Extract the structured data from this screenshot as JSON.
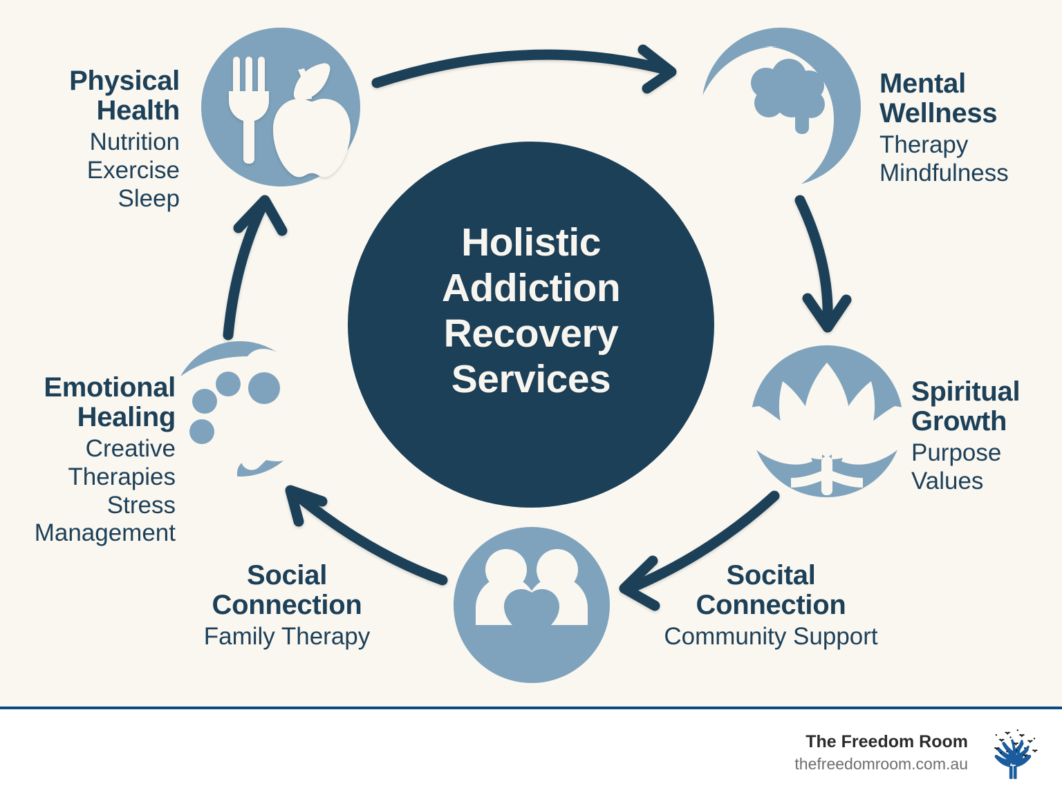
{
  "center": {
    "title_lines": [
      "Holistic",
      "Addiction",
      "Recovery",
      "Services"
    ],
    "title_full": "Holistic Addiction Recovery Services",
    "bg_color": "#1d4059",
    "text_color": "#f7f5ef"
  },
  "theme": {
    "canvas_bg": "#faf7f0",
    "footer_bg": "#ffffff",
    "divider_color": "#0a4a80",
    "icon_circle_color": "#7fa3bd",
    "icon_glyph_color": "#faf7f0",
    "arrow_color": "#1d4059",
    "heading_color": "#1d4059"
  },
  "nodes": [
    {
      "id": "physical-health",
      "title": "Physical Health",
      "title_lines": [
        "Physical",
        "Health"
      ],
      "sub_lines": [
        "Nutrition",
        "Exercise",
        "Sleep"
      ],
      "icon": "fork-and-apple-icon",
      "align": "right"
    },
    {
      "id": "mental-wellness",
      "title": "Mental Wellness",
      "title_lines": [
        "Mental",
        "Wellness"
      ],
      "sub_lines": [
        "Therapy",
        "Mindfulness"
      ],
      "icon": "head-with-brain-icon",
      "align": "left"
    },
    {
      "id": "spiritual-growth",
      "title": "Spiritual Growth",
      "title_lines": [
        "Spiritual",
        "Growth"
      ],
      "sub_lines": [
        "Purpose",
        "Values"
      ],
      "icon": "lotus-flower-icon",
      "align": "left"
    },
    {
      "id": "socital-connection",
      "title": "Socital Connection",
      "title_lines": [
        "Socital",
        "Connection"
      ],
      "sub_lines": [
        "Community Support"
      ],
      "icon": "two-people-with-heart-icon",
      "align": "center"
    },
    {
      "id": "social-connection",
      "title": "Social Connection",
      "title_lines": [
        "Social",
        "Connection"
      ],
      "sub_lines": [
        "Family Therapy"
      ],
      "icon": "two-people-with-heart-icon",
      "align": "center"
    },
    {
      "id": "emotional-healing",
      "title": "Emotional Healing",
      "title_lines": [
        "Emotional",
        "Healing"
      ],
      "sub_lines": [
        "Creative",
        "Therapies",
        "Stress",
        "Management"
      ],
      "icon": "palette-and-brush-icon",
      "align": "right"
    }
  ],
  "arrows": [
    {
      "from": "physical-health",
      "to": "mental-wellness",
      "direction": "right"
    },
    {
      "from": "mental-wellness",
      "to": "spiritual-growth",
      "direction": "down"
    },
    {
      "from": "spiritual-growth",
      "to": "socital-connection",
      "direction": "down-left"
    },
    {
      "from": "social-connection",
      "to": "emotional-healing",
      "direction": "up-left"
    },
    {
      "from": "emotional-healing",
      "to": "physical-health",
      "direction": "up"
    }
  ],
  "footer": {
    "brand_name": "The Freedom Room",
    "brand_url": "thefreedomroom.com.au",
    "logo": "tree-of-hands-with-birds-logo"
  }
}
